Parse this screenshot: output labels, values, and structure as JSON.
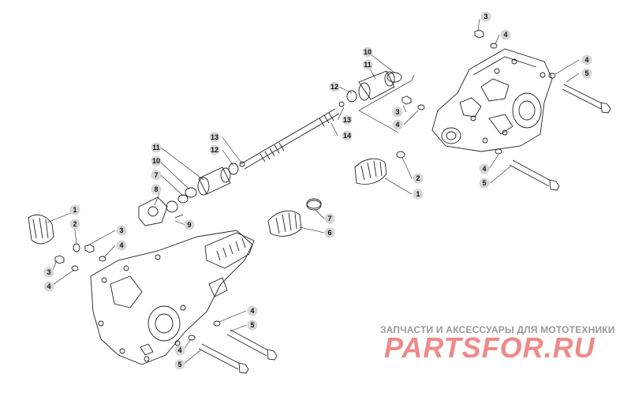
{
  "diagram": {
    "callouts": [
      {
        "id": "c-3-top-right",
        "text": "3"
      },
      {
        "id": "c-4-top-right",
        "text": "4"
      },
      {
        "id": "c-4-right",
        "text": "4"
      },
      {
        "id": "c-5-right",
        "text": "5"
      },
      {
        "id": "c-10-top",
        "text": "10"
      },
      {
        "id": "c-11-top",
        "text": "11"
      },
      {
        "id": "c-12-top",
        "text": "12"
      },
      {
        "id": "c-13-top",
        "text": "13"
      },
      {
        "id": "c-14",
        "text": "14"
      },
      {
        "id": "c-3-mid-right",
        "text": "3"
      },
      {
        "id": "c-4-mid-right",
        "text": "4"
      },
      {
        "id": "c-2-right",
        "text": "2"
      },
      {
        "id": "c-1-right",
        "text": "1"
      },
      {
        "id": "c-4-low-right",
        "text": "4"
      },
      {
        "id": "c-5-low-right",
        "text": "5"
      },
      {
        "id": "c-13-mid",
        "text": "13"
      },
      {
        "id": "c-12-mid",
        "text": "12"
      },
      {
        "id": "c-11-mid",
        "text": "11"
      },
      {
        "id": "c-10-mid",
        "text": "10"
      },
      {
        "id": "c-7-mid",
        "text": "7"
      },
      {
        "id": "c-8",
        "text": "8"
      },
      {
        "id": "c-9",
        "text": "9"
      },
      {
        "id": "c-7-right-mid",
        "text": "7"
      },
      {
        "id": "c-6",
        "text": "6"
      },
      {
        "id": "c-1-left",
        "text": "1"
      },
      {
        "id": "c-2-left",
        "text": "2"
      },
      {
        "id": "c-3-left",
        "text": "3"
      },
      {
        "id": "c-4-left",
        "text": "4"
      },
      {
        "id": "c-3-far-left",
        "text": "3"
      },
      {
        "id": "c-4-far-left",
        "text": "4"
      },
      {
        "id": "c-4-bottom-mid",
        "text": "4"
      },
      {
        "id": "c-5-bottom-mid",
        "text": "5"
      },
      {
        "id": "c-4-bottom-left",
        "text": "4"
      },
      {
        "id": "c-5-bottom-left",
        "text": "5"
      }
    ]
  },
  "watermark": {
    "tagline": "ЗАПЧАСТИ И АКСЕССУАРЫ ДЛЯ МОТОТЕХНИКИ",
    "logo": "PARTSFOR.RU"
  }
}
